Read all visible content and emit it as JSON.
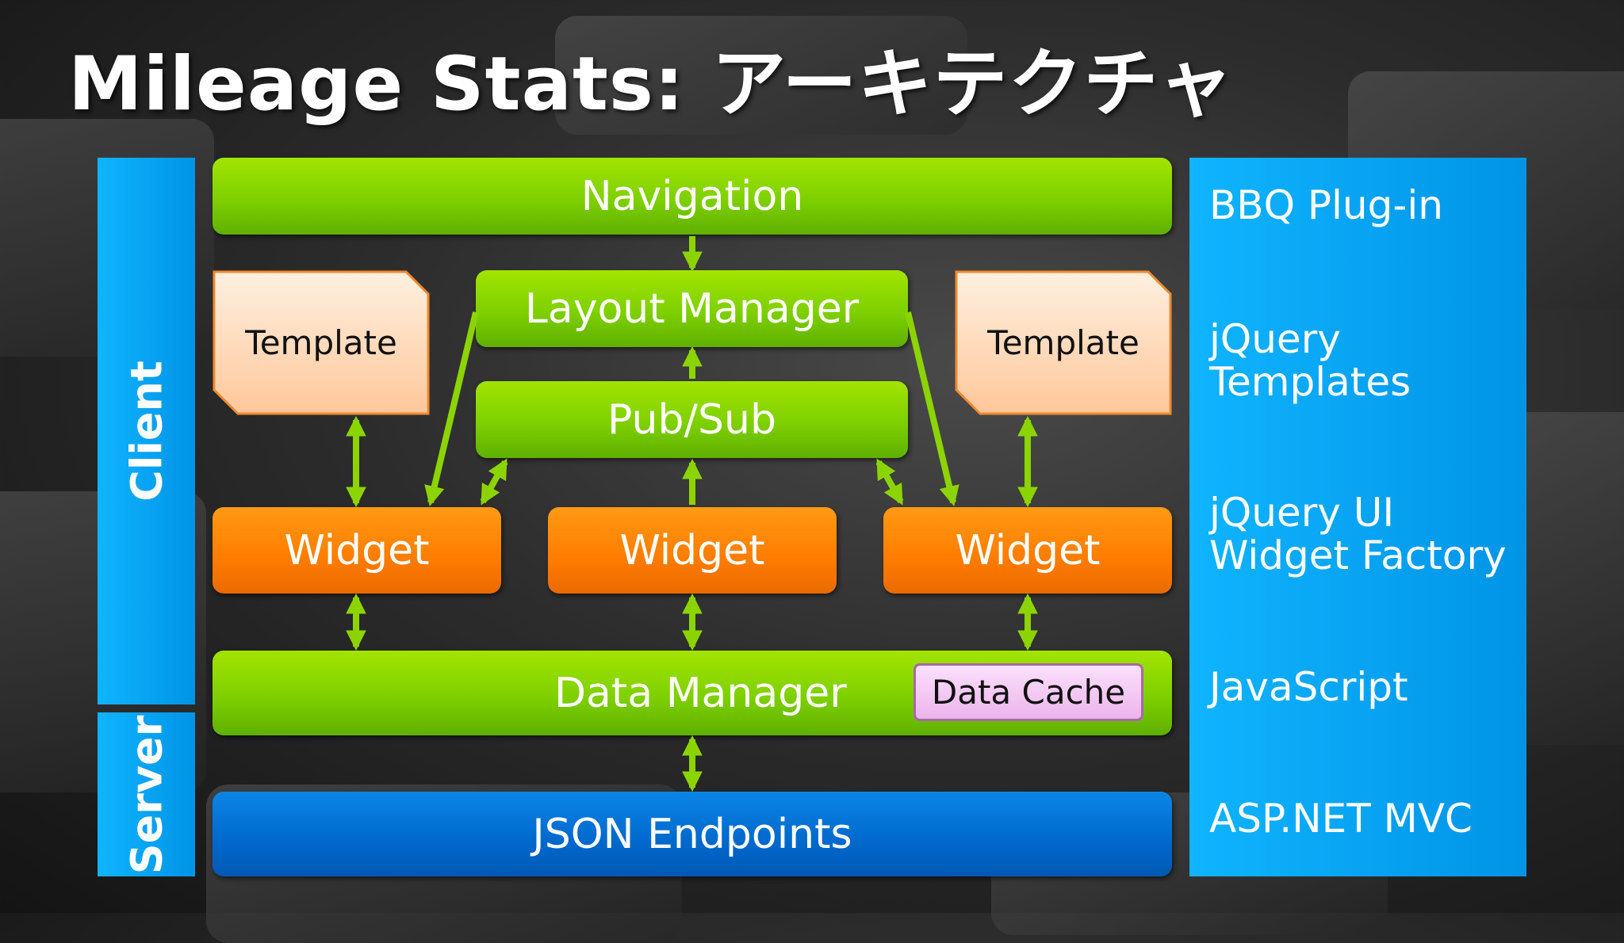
{
  "title": "Mileage Stats: アーキテクチャ",
  "sidebar": {
    "client_label": "Client",
    "server_label": "Server"
  },
  "diagram": {
    "navigation": "Navigation",
    "layout_manager": "Layout Manager",
    "pub_sub": "Pub/Sub",
    "template_left": "Template",
    "template_right": "Template",
    "widget_left": "Widget",
    "widget_center": "Widget",
    "widget_right": "Widget",
    "data_manager": "Data Manager",
    "data_cache": "Data Cache",
    "json_endpoints": "JSON Endpoints"
  },
  "technologies": {
    "bbq": "BBQ Plug-in",
    "jquery_templates_1": "jQuery",
    "jquery_templates_2": "Templates",
    "jquery_ui_1": "jQuery UI",
    "jquery_ui_2": "Widget Factory",
    "javascript": "JavaScript",
    "aspnet": "ASP.NET MVC"
  }
}
